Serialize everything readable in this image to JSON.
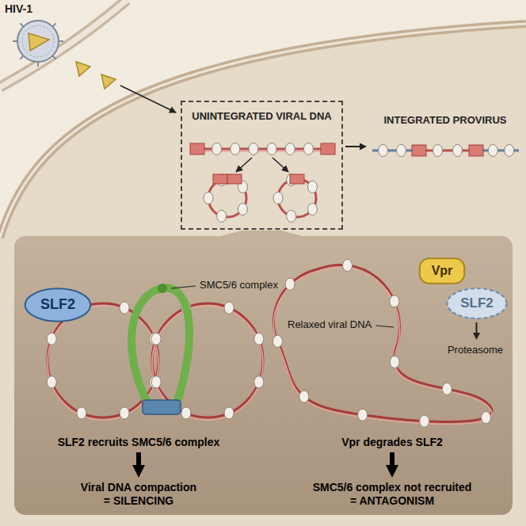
{
  "diagram": {
    "nodes": [
      {
        "text": [
          "UNINTEGRATED VIRAL DNA"
        ]
      },
      {
        "text": [
          "INTEGRATED PROVIRUS"
        ]
      },
      {
        "text": [
          "SLF2"
        ]
      },
      {
        "text": [
          "Vpr"
        ]
      },
      {
        "text": [
          "SLF2"
        ]
      },
      {
        "text": [
          "Proteasome"
        ]
      },
      {
        "text": [
          "SLF2 recruits SMC5/6 complex"
        ]
      },
      {
        "text": [
          "Viral DNA compaction = SILENCING"
        ]
      },
      {
        "text": [
          "Vpr degrades SLF2"
        ]
      },
      {
        "text": [
          "SMC5/6 complex not recruited = ANTAGONISM"
        ]
      }
    ],
    "edges": [
      {
        "from": 0,
        "to": 1,
        "arrow": "to"
      },
      {
        "from": 4,
        "to": 5,
        "arrow": "to"
      },
      {
        "from": 6,
        "to": 7,
        "arrow": "to"
      },
      {
        "from": 8,
        "to": 9,
        "arrow": "to"
      }
    ],
    "labels": [
      "HIV-1",
      "SMC5/6 complex",
      "Relaxed viral DNA"
    ]
  }
}
